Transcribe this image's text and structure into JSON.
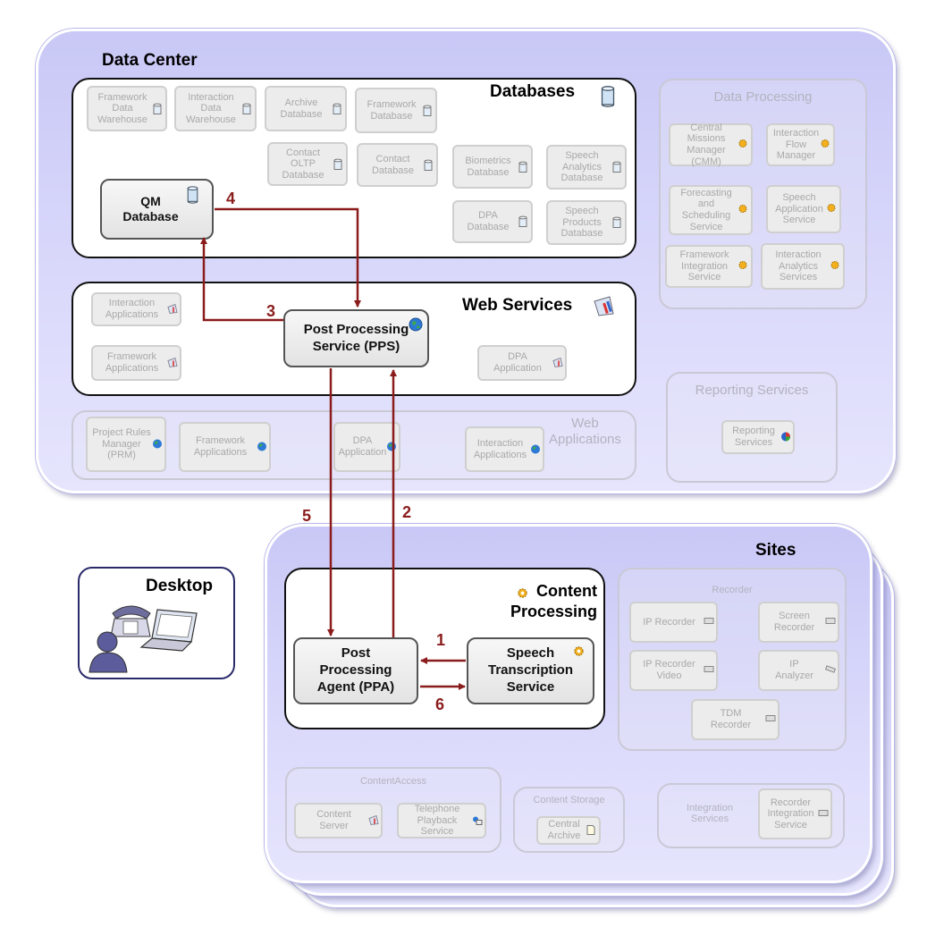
{
  "data_center": {
    "title": "Data Center",
    "databases": {
      "title": "Databases",
      "items": [
        "Framework\nData\nWarehouse",
        "Interaction\nData\nWarehouse",
        "Archive\nDatabase",
        "Framework\nDatabase",
        "Contact\nOLTP\nDatabase",
        "Contact\nDatabase",
        "Biometrics\nDatabase",
        "Speech\nAnalytics\nDatabase",
        "DPA\nDatabase",
        "Speech\nProducts\nDatabase"
      ],
      "qm": "QM\nDatabase"
    },
    "web_services": {
      "title": "Web Services",
      "items": [
        "Interaction\nApplications",
        "Framework\nApplications",
        "DPA\nApplication"
      ],
      "pps": "Post Processing\nService (PPS)"
    },
    "web_applications": {
      "title": "Web\nApplications",
      "items": [
        "Project Rules\nManager\n(PRM)",
        "Framework\nApplications",
        "DPA\nApplication",
        "Interaction\nApplications"
      ]
    },
    "data_processing": {
      "title": "Data Processing",
      "items": [
        "Central\nMissions\nManager (CMM)",
        "Interaction\nFlow\nManager",
        "Forecasting\nand\nScheduling\nService",
        "Speech\nApplication\nService",
        "Framework\nIntegration\nService",
        "Interaction\nAnalytics\nServices"
      ]
    },
    "reporting": {
      "title": "Reporting Services",
      "item": "Reporting\nServices"
    }
  },
  "desktop": {
    "title": "Desktop"
  },
  "sites": {
    "title": "Sites",
    "content_processing": {
      "title": "Content\nProcessing",
      "ppa": "Post\nProcessing\nAgent (PPA)",
      "sts": "Speech\nTranscription\nService"
    },
    "recorder": {
      "title": "Recorder",
      "items": [
        "IP Recorder",
        "Screen\nRecorder",
        "IP Recorder\nVideo",
        "IP\nAnalyzer",
        "TDM\nRecorder"
      ]
    },
    "content_access": {
      "title": "ContentAccess",
      "items": [
        "Content\nServer",
        "Telephone\nPlayback\nService"
      ]
    },
    "content_storage": {
      "title": "Content Storage",
      "item": "Central\nArchive"
    },
    "integration": {
      "title": "Integration\nServices",
      "item": "Recorder\nIntegration\nService"
    }
  },
  "steps": [
    "1",
    "2",
    "3",
    "4",
    "5",
    "6"
  ],
  "colors": {
    "arrow": "#8b1c1c",
    "region": "#d3d2f8"
  }
}
